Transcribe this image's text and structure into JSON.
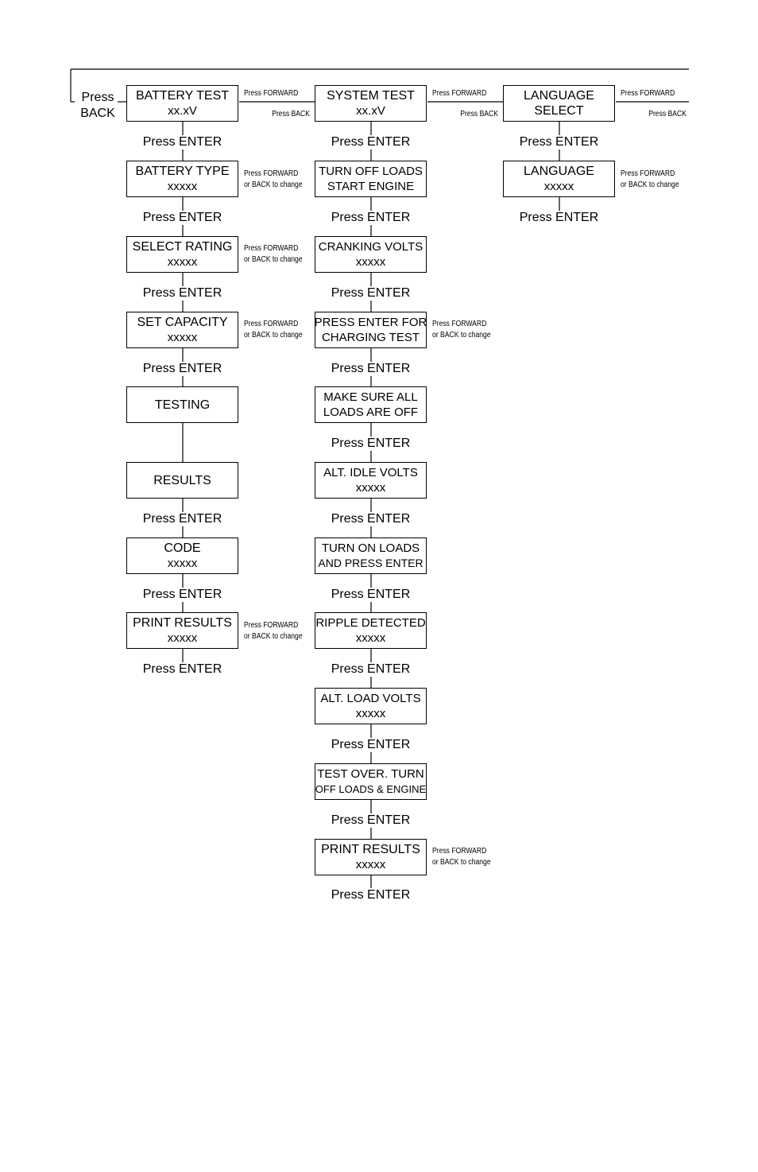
{
  "enter_label": "Press ENTER",
  "press_back": {
    "line1": "Press",
    "line2": "BACK"
  },
  "columns": [
    {
      "id": "battery",
      "boxes": [
        {
          "l1": "BATTERY TEST",
          "l2": "xx.xV",
          "note1": "Press FORWARD",
          "note2": "",
          "after": "Press ENTER"
        },
        {
          "l1": "BATTERY TYPE",
          "l2": "xxxxx",
          "note1": "Press FORWARD",
          "note2": "or BACK to change",
          "after": "Press ENTER"
        },
        {
          "l1": "SELECT RATING",
          "l2": "xxxxx",
          "note1": "Press FORWARD",
          "note2": "or BACK to change",
          "after": "Press ENTER"
        },
        {
          "l1": "SET CAPACITY",
          "l2": "xxxxx",
          "note1": "Press FORWARD",
          "note2": "or BACK to change",
          "after": "Press ENTER"
        },
        {
          "l1": "TESTING",
          "l2": "",
          "note1": "",
          "note2": "",
          "after": ""
        },
        {
          "l1": "RESULTS",
          "l2": "",
          "note1": "",
          "note2": "",
          "after": "Press ENTER"
        },
        {
          "l1": "CODE",
          "l2": "xxxxx",
          "note1": "",
          "note2": "",
          "after": "Press ENTER"
        },
        {
          "l1": "PRINT RESULTS",
          "l2": "xxxxx",
          "note1": "Press FORWARD",
          "note2": "or BACK to change",
          "after": "Press ENTER"
        }
      ]
    },
    {
      "id": "system",
      "boxes": [
        {
          "l1": "SYSTEM TEST",
          "l2": "xx.xV",
          "note1": "Press FORWARD",
          "note2": "",
          "after": "Press ENTER"
        },
        {
          "l1": "TURN OFF LOADS",
          "l2": "START ENGINE",
          "note1": "",
          "note2": "",
          "after": "Press ENTER"
        },
        {
          "l1": "CRANKING VOLTS",
          "l2": "xxxxx",
          "note1": "",
          "note2": "",
          "after": "Press ENTER"
        },
        {
          "l1": "PRESS ENTER FOR",
          "l2": "CHARGING TEST",
          "note1": "Press FORWARD",
          "note2": "or BACK to change",
          "after": "Press ENTER"
        },
        {
          "l1": "MAKE SURE ALL",
          "l2": "LOADS ARE OFF",
          "note1": "",
          "note2": "",
          "after": "Press ENTER"
        },
        {
          "l1": "ALT. IDLE VOLTS",
          "l2": "xxxxx",
          "note1": "",
          "note2": "",
          "after": "Press ENTER"
        },
        {
          "l1": "TURN ON LOADS",
          "l2": "AND PRESS ENTER",
          "note1": "",
          "note2": "",
          "after": "Press ENTER"
        },
        {
          "l1": "RIPPLE DETECTED",
          "l2": "xxxxx",
          "note1": "",
          "note2": "",
          "after": "Press ENTER"
        },
        {
          "l1": "ALT. LOAD VOLTS",
          "l2": "xxxxx",
          "note1": "",
          "note2": "",
          "after": "Press ENTER"
        },
        {
          "l1": "TEST OVER. TURN",
          "l2": "OFF LOADS & ENGINE",
          "note1": "",
          "note2": "",
          "after": "Press ENTER"
        },
        {
          "l1": "PRINT RESULTS",
          "l2": "xxxxx",
          "note1": "Press FORWARD",
          "note2": "or BACK to change",
          "after": "Press ENTER"
        }
      ]
    },
    {
      "id": "language",
      "boxes": [
        {
          "l1": "LANGUAGE",
          "l2": "SELECT",
          "note1": "Press FORWARD",
          "note2": "",
          "after": "Press ENTER"
        },
        {
          "l1": "LANGUAGE",
          "l2": "xxxxx",
          "note1": "Press FORWARD",
          "note2": "or BACK to change",
          "after": "Press ENTER"
        }
      ]
    }
  ],
  "back_notes": [
    "Press BACK",
    "Press BACK",
    "Press BACK"
  ]
}
